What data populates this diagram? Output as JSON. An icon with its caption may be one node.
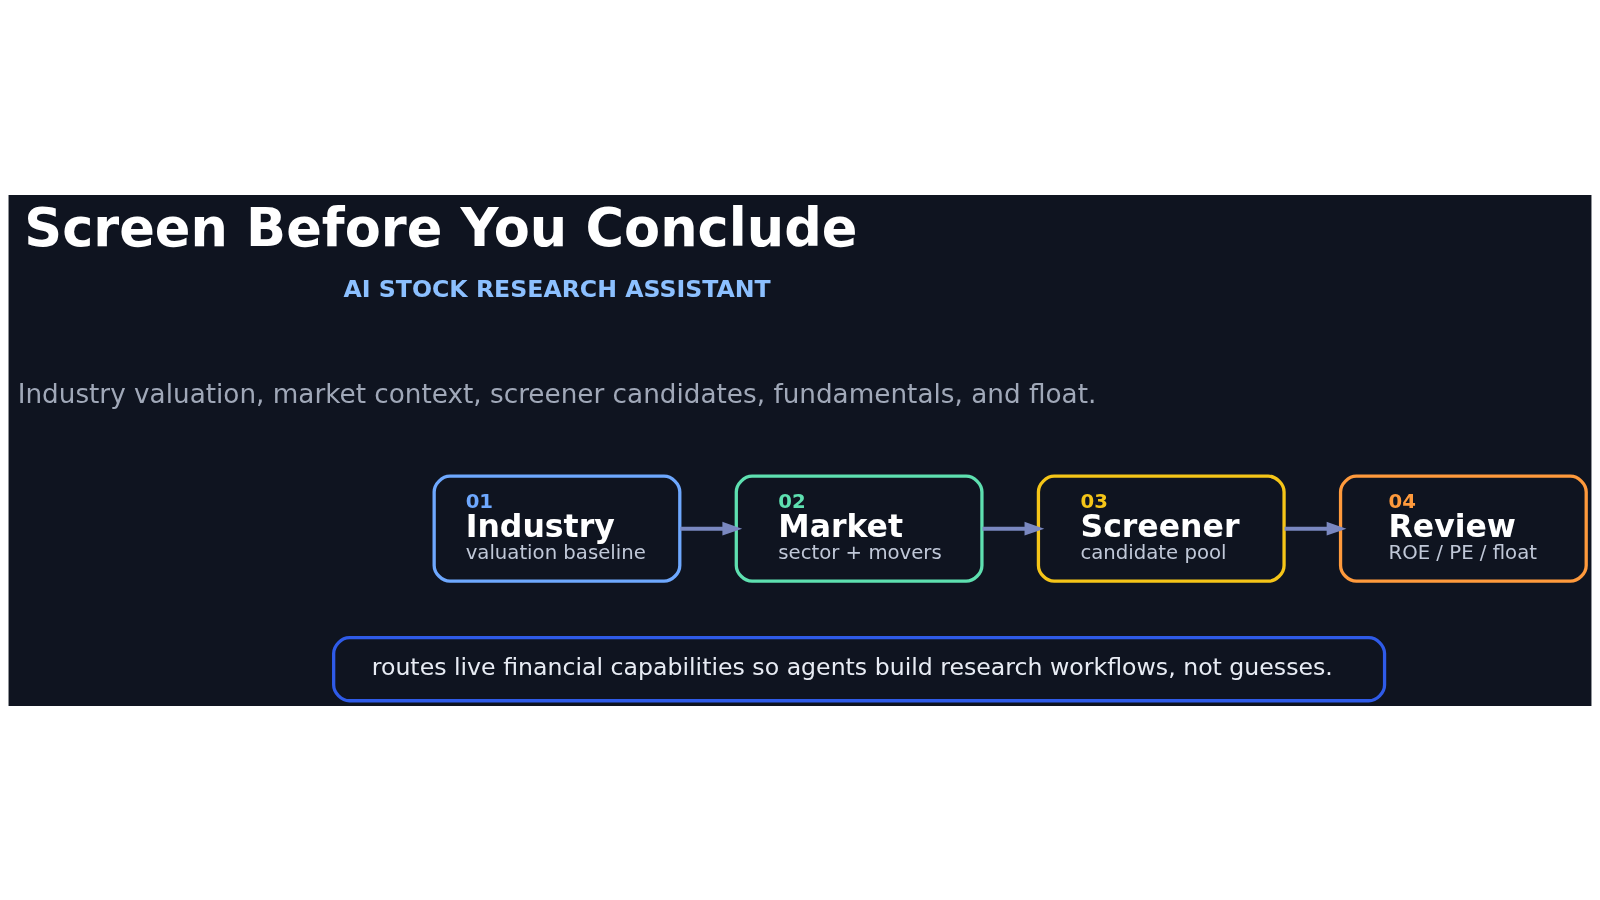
{
  "diagram": {
    "title": "Screen Before You Conclude",
    "nodes": [
      {
        "text": [
          "01",
          "Industry",
          "valuation baseline"
        ]
      },
      {
        "text": [
          "02",
          "Market",
          "sector + movers"
        ]
      },
      {
        "text": [
          "03",
          "Screener",
          "candidate pool"
        ]
      },
      {
        "text": [
          "04",
          "Review",
          "ROE / PE / float"
        ]
      },
      {
        "text": [
          "routes live financial capabilities so agents build research workflows, not guesses."
        ]
      }
    ],
    "edges": [
      {
        "from": 0,
        "to": 1,
        "arrow": "to"
      },
      {
        "from": 1,
        "to": 2,
        "arrow": "to"
      },
      {
        "from": 2,
        "to": 3,
        "arrow": "to"
      }
    ],
    "labels": [
      "AI STOCK RESEARCH ASSISTANT",
      "Industry valuation, market context, screener candidates, fundamentals, and float."
    ]
  }
}
